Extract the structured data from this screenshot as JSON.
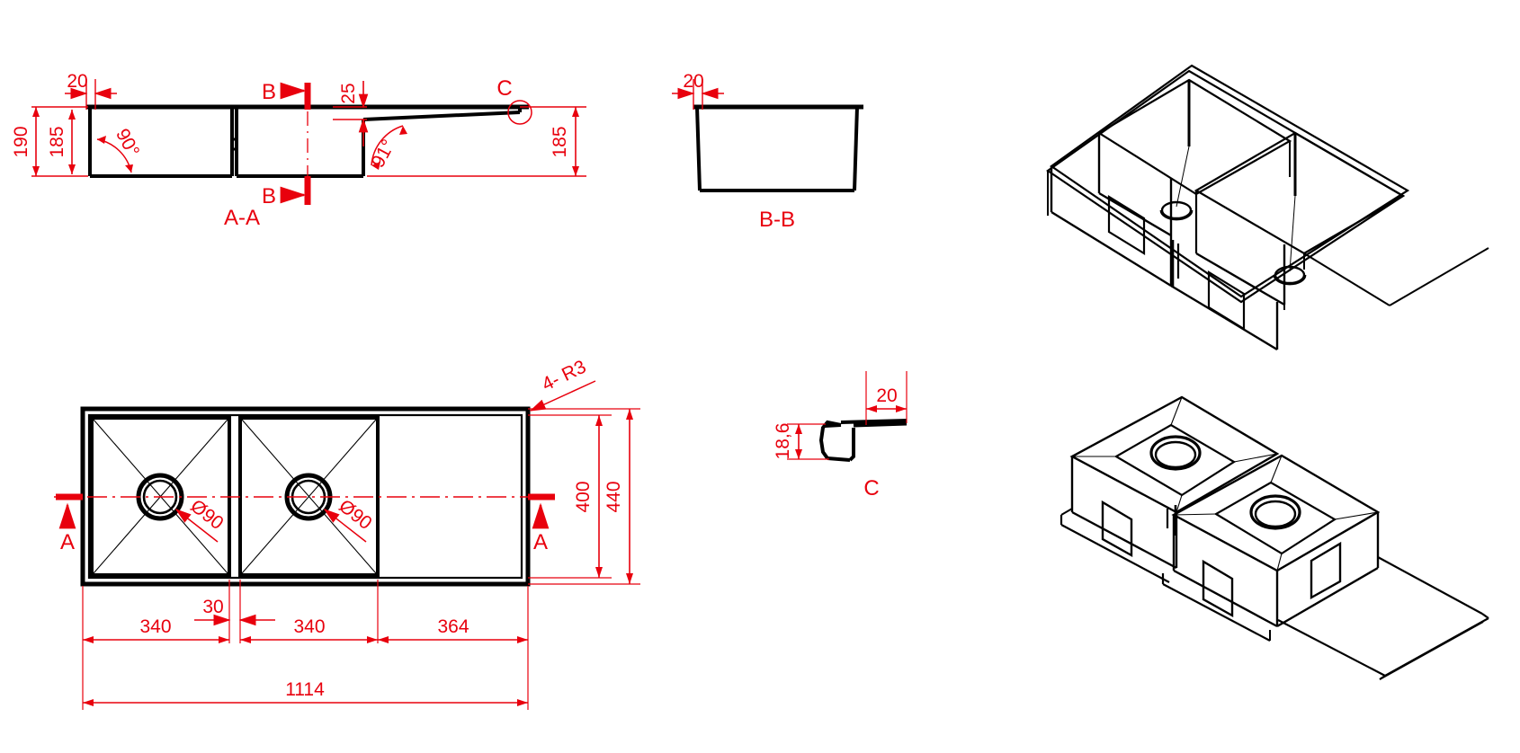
{
  "drawing": {
    "type": "cad-technical-drawing",
    "subject": "double-bowl-sink-with-drainboard",
    "line_color": "#000000",
    "annotation_color": "#e8000d",
    "background": "#ffffff",
    "units": "mm"
  },
  "views": {
    "section_aa": {
      "label": "A-A",
      "dimensions": {
        "overall_height": "190",
        "bowl_depth": "185",
        "rim_width": "20",
        "drainboard_drop": "25",
        "right_height": "185",
        "wall_angle": "90°",
        "drainboard_angle": "91°"
      },
      "markers": {
        "section_b_top": "B",
        "section_b_bottom": "B",
        "detail_c": "C"
      }
    },
    "section_bb": {
      "label": "B-B",
      "dimensions": {
        "rim_width": "20"
      }
    },
    "plan": {
      "dimensions": {
        "bowl1_width": "340",
        "divider": "30",
        "bowl2_width": "340",
        "drainboard_width": "364",
        "overall_length": "1114",
        "bowl_depth_plan": "400",
        "overall_width": "440"
      },
      "callouts": {
        "corner_radius": "4- R3",
        "drain1": "Ø90",
        "drain2": "Ø90"
      },
      "markers": {
        "section_a_left": "A",
        "section_a_right": "A"
      }
    },
    "detail_c": {
      "label": "C",
      "dimensions": {
        "rim_width": "20",
        "rim_height": "18,6"
      }
    },
    "iso_top": {
      "name": "isometric-top-view"
    },
    "iso_bottom": {
      "name": "isometric-bottom-view"
    }
  }
}
